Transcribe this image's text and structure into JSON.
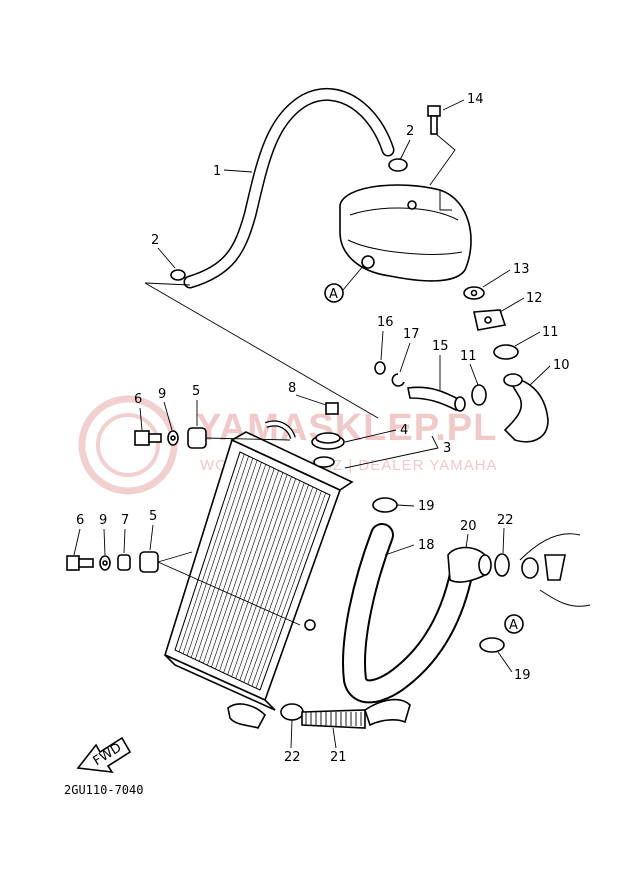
{
  "watermark": {
    "brand": "YAMASKLEP.PL",
    "subtitle": "WOJCIECH CIECZ | DEALER YAMAHA"
  },
  "diagram_code": "2GU110-7040",
  "fwd_label": "FWD",
  "ref_a": "A",
  "callouts": [
    {
      "id": "c1",
      "text": "1"
    },
    {
      "id": "c2a",
      "text": "2"
    },
    {
      "id": "c2b",
      "text": "2"
    },
    {
      "id": "c3",
      "text": "3"
    },
    {
      "id": "c4",
      "text": "4"
    },
    {
      "id": "c5a",
      "text": "5"
    },
    {
      "id": "c5b",
      "text": "5"
    },
    {
      "id": "c6a",
      "text": "6"
    },
    {
      "id": "c6b",
      "text": "6"
    },
    {
      "id": "c7",
      "text": "7"
    },
    {
      "id": "c8",
      "text": "8"
    },
    {
      "id": "c9a",
      "text": "9"
    },
    {
      "id": "c9b",
      "text": "9"
    },
    {
      "id": "c10",
      "text": "10"
    },
    {
      "id": "c11a",
      "text": "11"
    },
    {
      "id": "c11b",
      "text": "11"
    },
    {
      "id": "c12",
      "text": "12"
    },
    {
      "id": "c13",
      "text": "13"
    },
    {
      "id": "c14",
      "text": "14"
    },
    {
      "id": "c15",
      "text": "15"
    },
    {
      "id": "c16",
      "text": "16"
    },
    {
      "id": "c17",
      "text": "17"
    },
    {
      "id": "c18",
      "text": "18"
    },
    {
      "id": "c19a",
      "text": "19"
    },
    {
      "id": "c19b",
      "text": "19"
    },
    {
      "id": "c20",
      "text": "20"
    },
    {
      "id": "c21",
      "text": "21"
    },
    {
      "id": "c22a",
      "text": "22"
    },
    {
      "id": "c22b",
      "text": "22"
    }
  ]
}
